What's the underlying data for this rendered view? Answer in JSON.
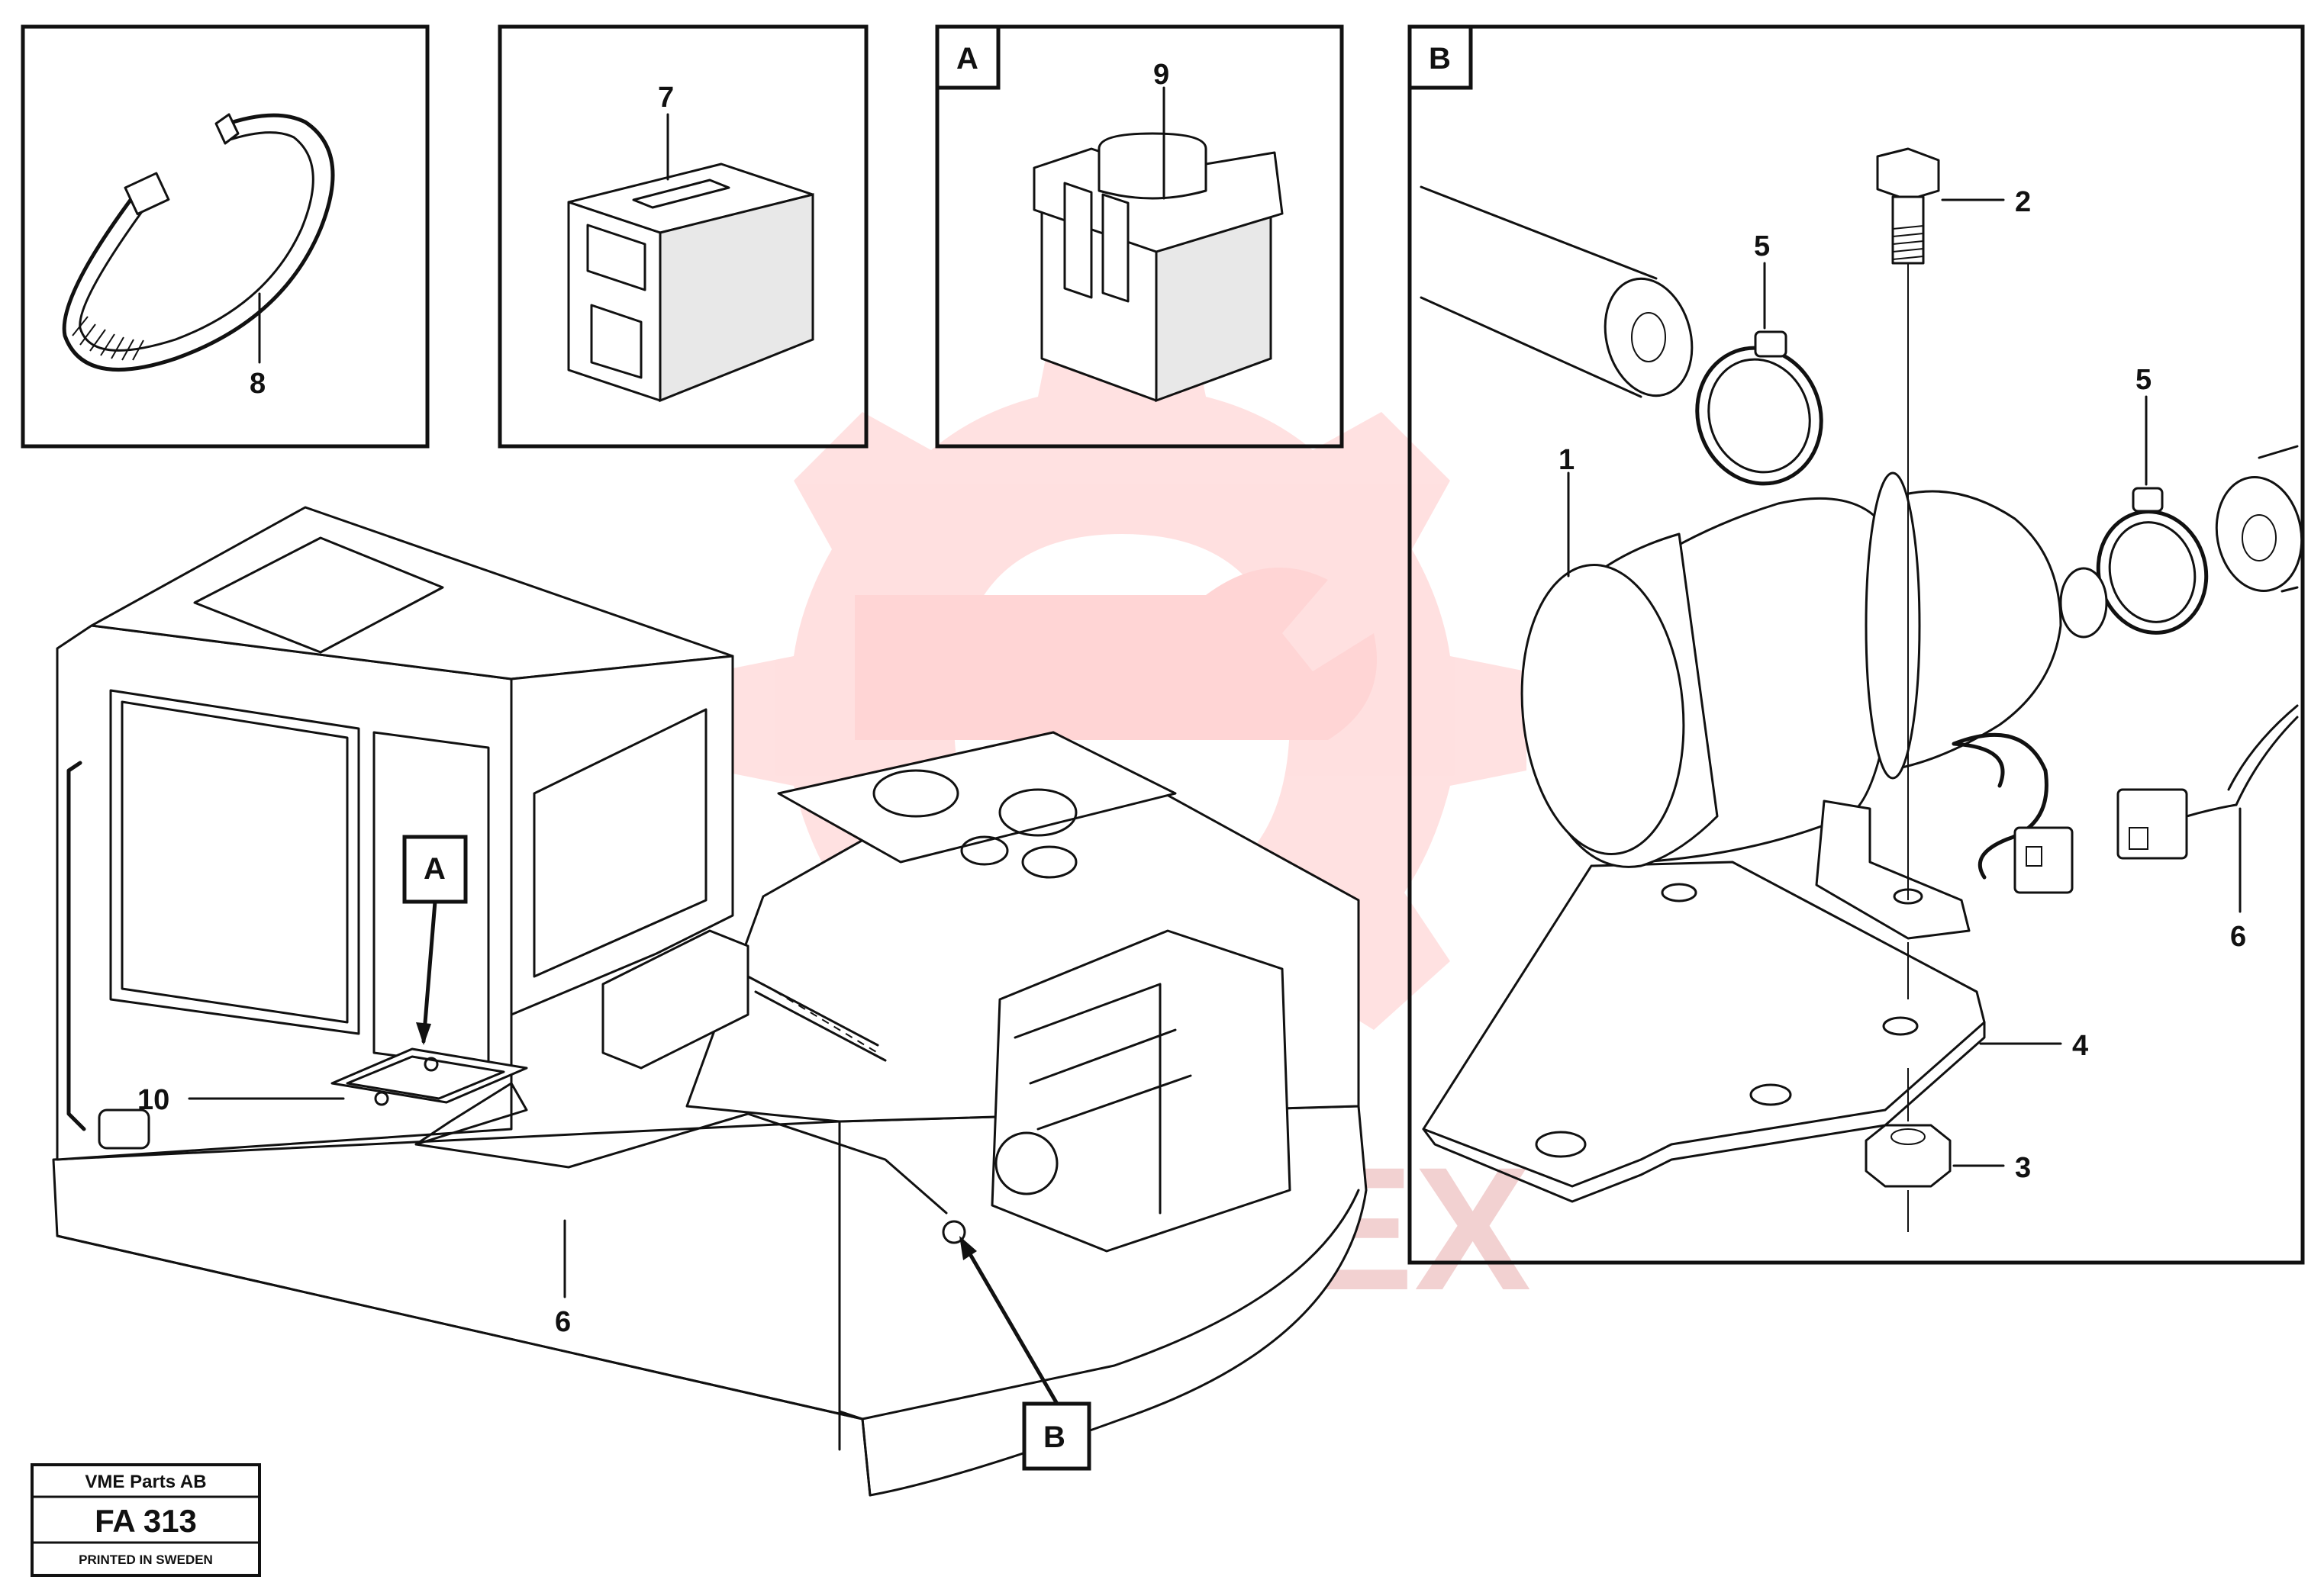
{
  "panels": {
    "panel_8": {
      "callout": "8"
    },
    "panel_7": {
      "callout": "7"
    },
    "panel_a": {
      "tag": "A",
      "callout": "9"
    },
    "panel_b": {
      "tag": "B",
      "callouts": {
        "c1": "1",
        "c2": "2",
        "c3": "3",
        "c4": "4",
        "c5a": "5",
        "c5b": "5",
        "c6": "6"
      }
    }
  },
  "machine": {
    "detail_a_marker": "A",
    "detail_b_marker": "B",
    "callout_10": "10",
    "callout_6": "6"
  },
  "watermark": {
    "text": "IMPTEX",
    "color": "#ffcccc"
  },
  "title_block": {
    "company": "VME Parts AB",
    "code": "FA 313",
    "printed": "PRINTED IN SWEDEN"
  }
}
